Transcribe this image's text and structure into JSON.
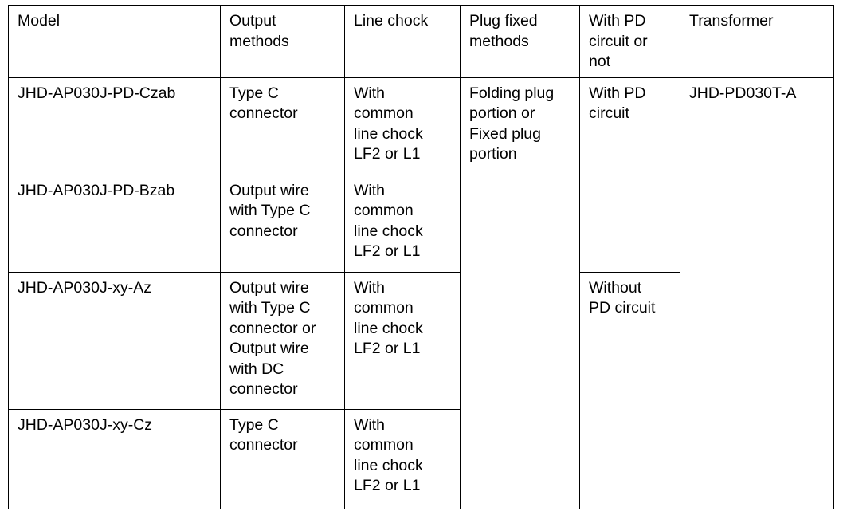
{
  "table": {
    "columns": [
      {
        "key": "model",
        "label": "Model"
      },
      {
        "key": "output_methods",
        "label": "Output\nmethods"
      },
      {
        "key": "line_chock",
        "label": "Line chock"
      },
      {
        "key": "plug_fixed_methods",
        "label": "Plug fixed\nmethods"
      },
      {
        "key": "pd_circuit",
        "label": "With PD\ncircuit or\nnot"
      },
      {
        "key": "transformer",
        "label": "Transformer"
      }
    ],
    "rows": [
      {
        "model": "JHD-AP030J-PD-Czab",
        "output_methods": "Type C\nconnector",
        "line_chock": "With\ncommon\nline chock\nLF2 or L1"
      },
      {
        "model": "JHD-AP030J-PD-Bzab",
        "output_methods": "Output wire\nwith Type C\nconnector",
        "line_chock": "With\ncommon\nline chock\nLF2 or L1"
      },
      {
        "model": "JHD-AP030J-xy-Az",
        "output_methods": "Output wire\nwith Type C\nconnector or\nOutput wire\nwith DC\nconnector",
        "line_chock": "With\ncommon\nline chock\nLF2 or L1"
      },
      {
        "model": "JHD-AP030J-xy-Cz",
        "output_methods": "Type C\nconnector",
        "line_chock": "With\ncommon\nline chock\nLF2 or L1"
      }
    ],
    "merged": {
      "plug_fixed_methods_all_rows": "Folding plug\nportion or\nFixed plug\nportion",
      "pd_circuit_rows_1_2": "With PD\ncircuit",
      "pd_circuit_rows_3_4": "Without\nPD circuit",
      "transformer_all_rows": "JHD-PD030T-A"
    },
    "colors": {
      "border": "#000000",
      "text": "#000000",
      "background": "#ffffff"
    }
  }
}
